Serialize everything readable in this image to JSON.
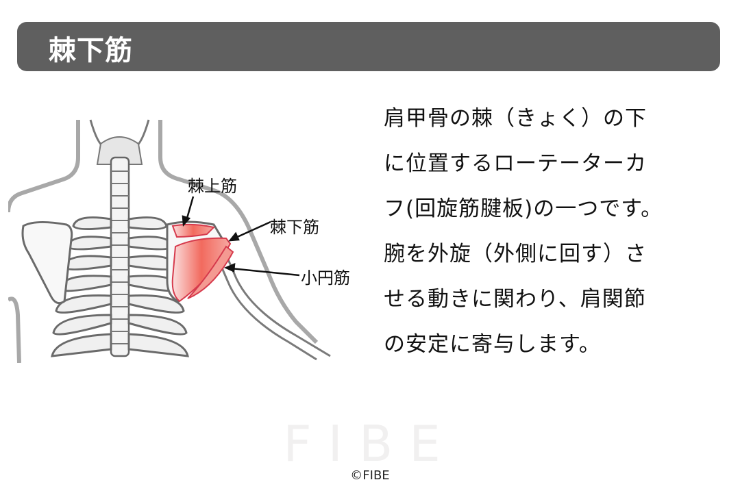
{
  "header": {
    "title": "棘下筋",
    "background": "#5f5f5f"
  },
  "figure": {
    "labels": [
      {
        "text": "棘上筋",
        "target": "supraspinatus"
      },
      {
        "text": "棘下筋",
        "target": "infraspinatus"
      },
      {
        "text": "小円筋",
        "target": "teres-minor"
      }
    ],
    "muscle_color": "#e8485a",
    "bone_stroke": "#8a8a8a"
  },
  "description": {
    "lines": [
      "肩甲骨の棘（きょく）の下",
      "に位置するローテーターカ",
      "フ(回旋筋腱板)の一つです。",
      "腕を外旋（外側に回す）さ",
      "せる動きに関わり、肩関節",
      "の安定に寄与します。"
    ]
  },
  "watermark": "FIBE",
  "copyright": "©FIBE"
}
